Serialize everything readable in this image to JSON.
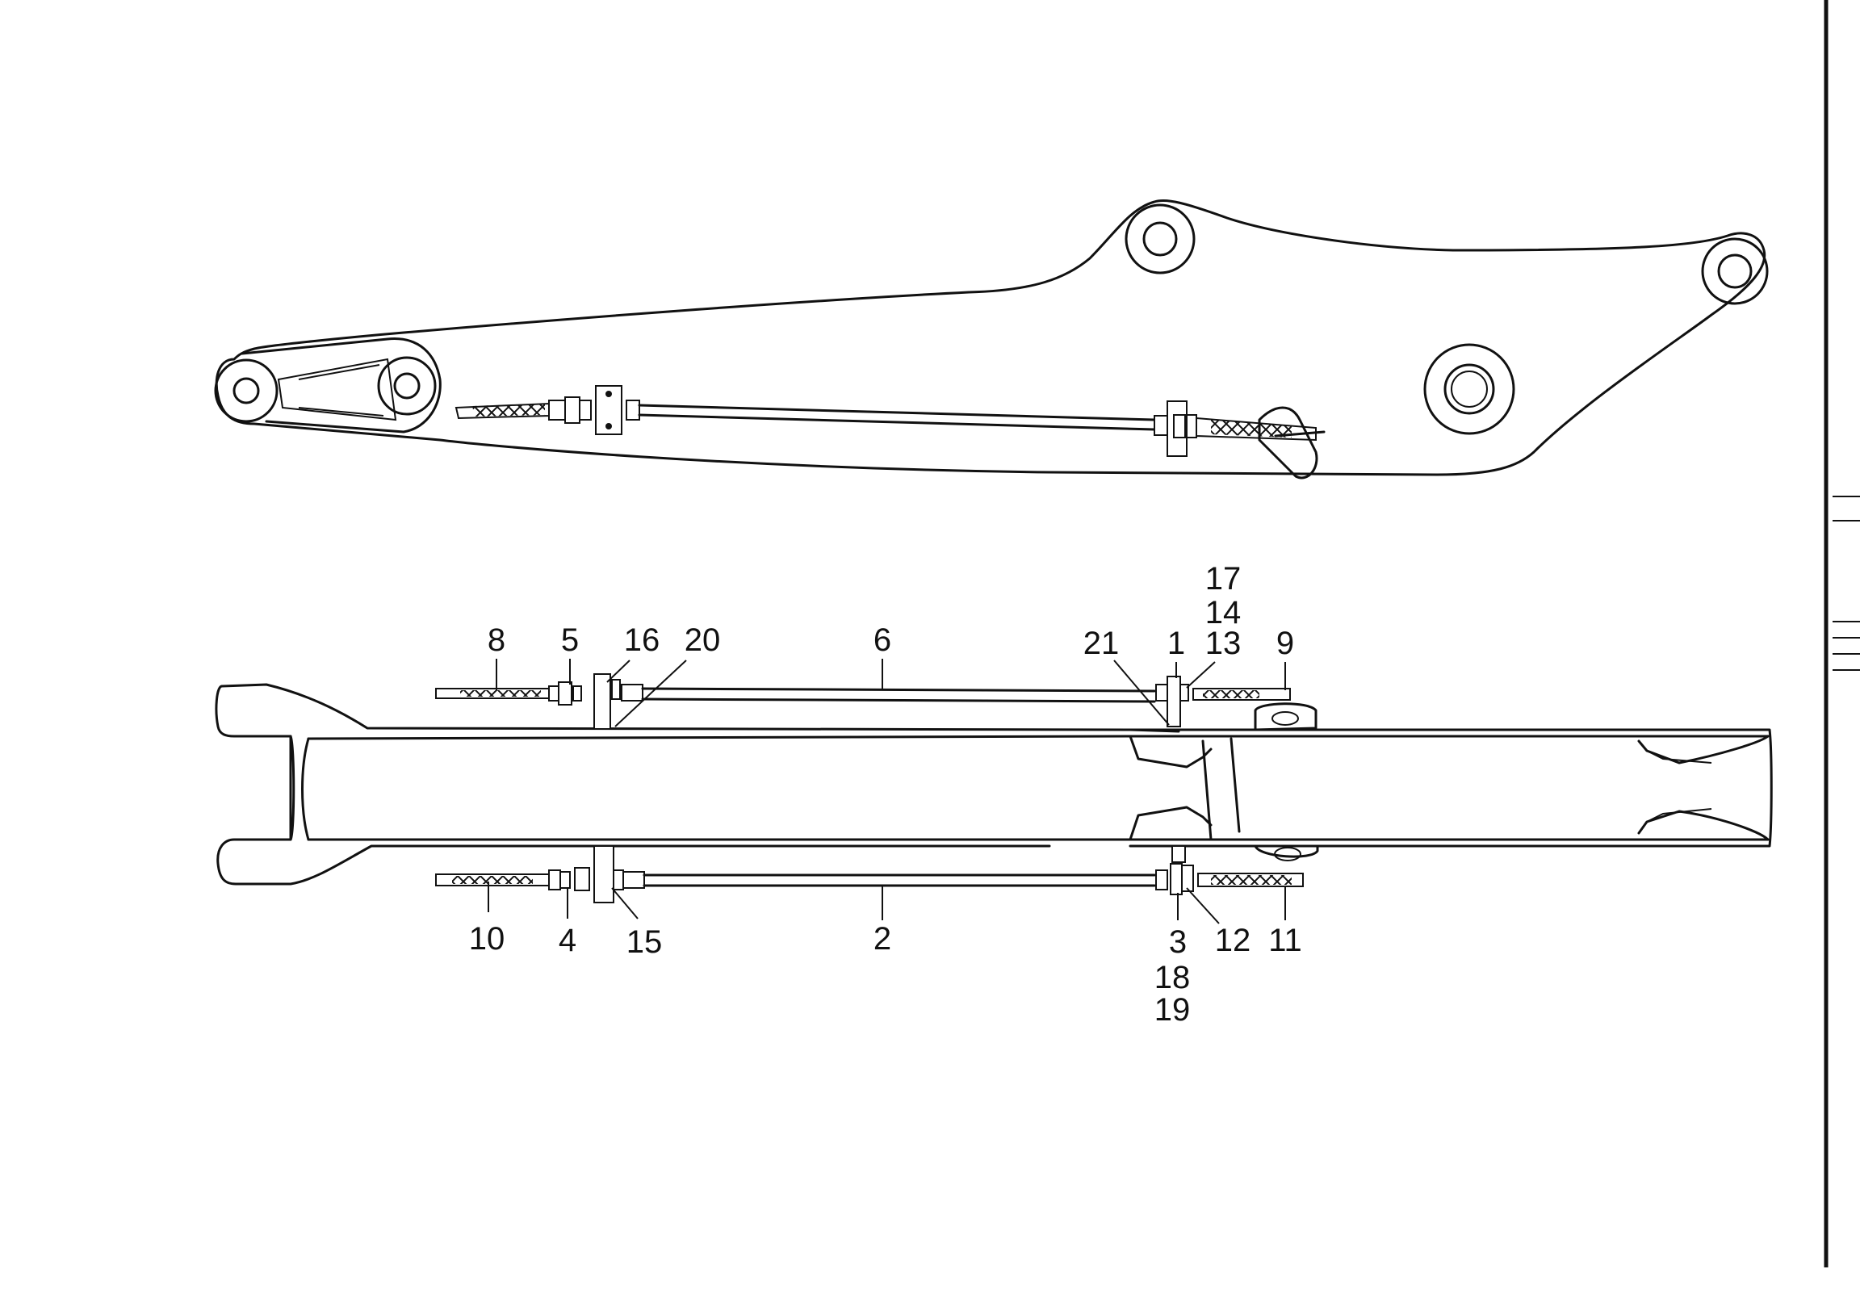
{
  "diagram": {
    "callouts": {
      "c1": "1",
      "c2": "2",
      "c3": "3",
      "c4": "4",
      "c5": "5",
      "c6": "6",
      "c8": "8",
      "c9": "9",
      "c10": "10",
      "c11": "11",
      "c12": "12",
      "c13": "13",
      "c14": "14",
      "c15": "15",
      "c16": "16",
      "c17": "17",
      "c18": "18",
      "c19": "19",
      "c20": "20",
      "c21": "21"
    }
  }
}
